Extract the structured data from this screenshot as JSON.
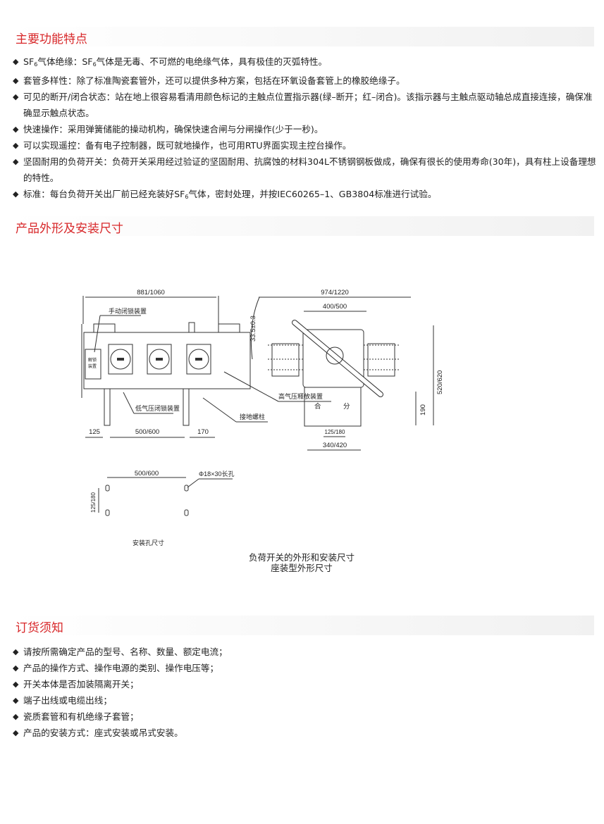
{
  "sections": {
    "features": {
      "title": "主要功能特点",
      "items": [
        {
          "pre": "SF",
          "sub": "6",
          "mid": "气体绝缘：SF",
          "sub2": "6",
          "post": "气体是无毒、不可燃的电绝缘气体，具有极佳的灭弧特性。"
        },
        {
          "text": "套管多样性：除了标准陶瓷套管外，还可以提供多种方案，包括在环氧设备套管上的橡胶绝缘子。"
        },
        {
          "text": "可见的断开/闭合状态：站在地上很容易看清用颜色标记的主触点位置指示器(绿–断开；红–闭合)。该指示器与主触点驱动轴总成直接连接，确保准确显示触点状态。"
        },
        {
          "text": "快速操作：采用弹簧储能的操动机构，确保快速合闸与分闸操作(少于一秒)。"
        },
        {
          "text": "可以实现遥控：备有电子控制器，既可就地操作，也可用RTU界面实现主控台操作。"
        },
        {
          "text": "坚固耐用的负荷开关：负荷开关采用经过验证的坚固耐用、抗腐蚀的材料304L不锈钢钢板做成，确保有很长的使用寿命(30年)，具有柱上设备理想的特性。"
        },
        {
          "pre": "标准：每台负荷开关出厂前已经充装好SF",
          "sub": "6",
          "post": "气体，密封处理，并按IEC60265–1、GB3804标准进行试验。"
        }
      ]
    },
    "dimensions": {
      "title": "产品外形及安装尺寸",
      "front": {
        "width": "881/1060",
        "left": "125",
        "mid": "500/600",
        "right": "170",
        "manual_lock": "手动闭锁装置",
        "unlock_1": "解锁",
        "unlock_2": "装置",
        "low_pressure_lock": "低气压闭锁装置",
        "high_pressure_release": "高气压释放装置",
        "ground_stud": "接地螺柱"
      },
      "side": {
        "width": "974/1220",
        "top": "400/500",
        "angle": "33.5±0.3",
        "height": "520/620",
        "base_height": "190",
        "base_inner": "125/180",
        "base_width": "340/420",
        "close": "合",
        "open": "分"
      },
      "holes": {
        "spacing": "500/600",
        "vertical": "125/180",
        "hole_spec": "Φ18×30长孔",
        "label": "安装孔尺寸"
      },
      "caption_1": "负荷开关的外形和安装尺寸",
      "caption_2": "座装型外形尺寸"
    },
    "ordering": {
      "title": "订货须知",
      "items": [
        "请按所需确定产品的型号、名称、数量、额定电流；",
        "产品的操作方式、操作电源的类别、操作电压等；",
        "开关本体是否加装隔离开关；",
        "端子出线或电缆出线；",
        "瓷质套管和有机绝缘子套管；",
        "产品的安装方式：座式安装或吊式安装。"
      ]
    }
  },
  "bullet": "◆",
  "colors": {
    "heading": "#d8282a"
  }
}
